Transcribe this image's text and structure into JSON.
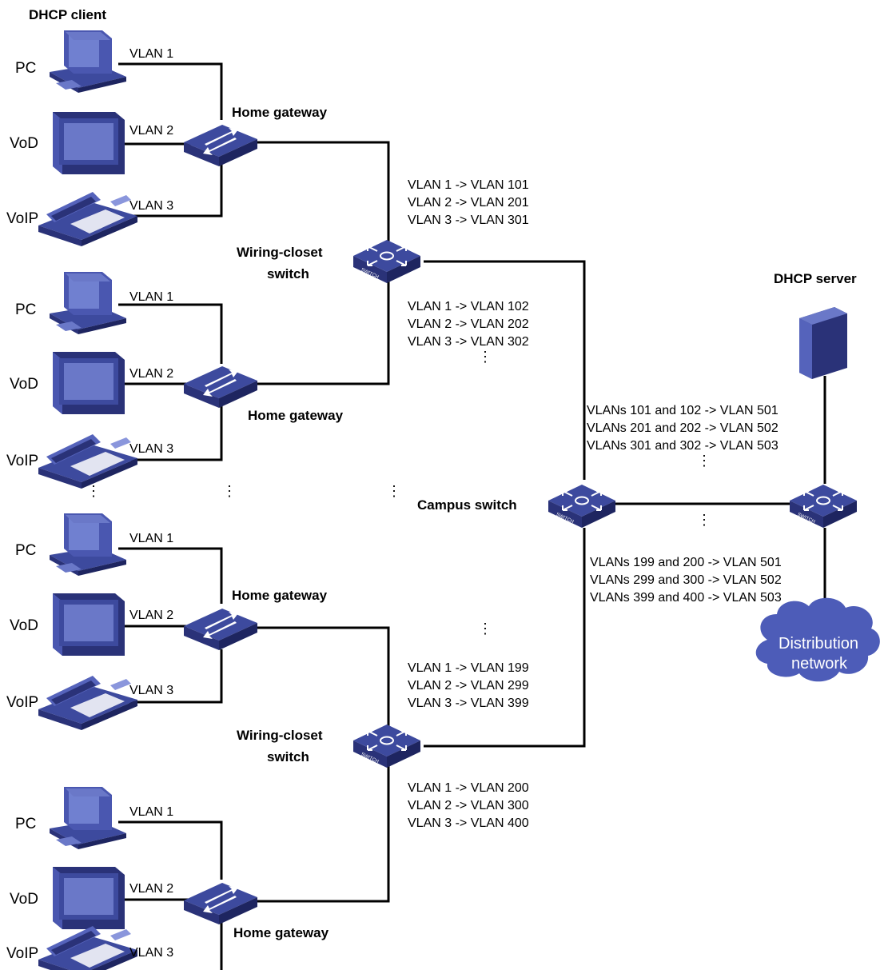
{
  "header": {
    "client_title": "DHCP client",
    "server_title": "DHCP server"
  },
  "devices": {
    "pc": "PC",
    "vod": "VoD",
    "voip": "VoIP"
  },
  "vlans": {
    "v1": "VLAN 1",
    "v2": "VLAN 2",
    "v3": "VLAN 3"
  },
  "labels": {
    "home_gateway": "Home gateway",
    "wiring_closet_l1": "Wiring-",
    "wiring_closet_l1b": "closet",
    "wiring_closet_l2": "switch",
    "campus_switch": "Campus switch",
    "cloud_l1": "Distribution",
    "cloud_l2": "network",
    "ellipsis": "⋮",
    "switch_text": "SWITCH"
  },
  "mappings": {
    "wc1_gw1": [
      "VLAN 1 -> VLAN 101",
      "VLAN 2 -> VLAN 201",
      "VLAN 3 -> VLAN 301"
    ],
    "wc1_gw2": [
      "VLAN 1 -> VLAN 102",
      "VLAN 2 -> VLAN 202",
      "VLAN 3 -> VLAN 302"
    ],
    "wc2_gw3": [
      "VLAN 1 -> VLAN 199",
      "VLAN 2 -> VLAN 299",
      "VLAN 3 -> VLAN 399"
    ],
    "wc2_gw4": [
      "VLAN 1 -> VLAN 200",
      "VLAN 2 -> VLAN 300",
      "VLAN 3 -> VLAN 400"
    ],
    "campus_upper": [
      "VLANs 101 and 102 -> VLAN 501",
      "VLANs 201 and 202 -> VLAN 502",
      "VLANs 301 and 302 -> VLAN 503"
    ],
    "campus_lower": [
      "VLANs 199  and 200 -> VLAN 501",
      "VLANs 299 and 300 -> VLAN 502",
      "VLANs 399 and 400 -> VLAN 503"
    ]
  },
  "colors": {
    "device_blue": "#3d4a9e",
    "device_dark": "#2a3278",
    "device_light": "#6a78c8",
    "cloud": "#4d5cb8"
  }
}
